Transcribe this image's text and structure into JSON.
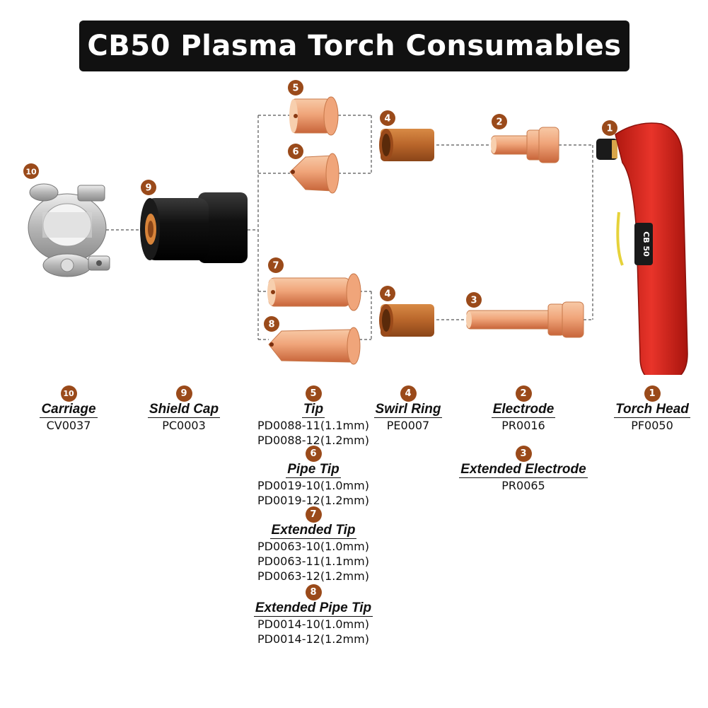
{
  "title": "CB50 Plasma Torch Consumables",
  "colors": {
    "badge": "#9a4a1a",
    "copper_light": "#f3b98f",
    "copper_dark": "#c8653a",
    "swirl": "#b8652a",
    "torch_red": "#d9261c",
    "shield_black": "#111111",
    "chrome": "#c9c9c9"
  },
  "illustration_badges": [
    "10",
    "9",
    "5",
    "6",
    "7",
    "8",
    "4",
    "4",
    "2",
    "3",
    "1"
  ],
  "torch_body_text": "CB 50",
  "parts": [
    {
      "num": "10",
      "name": "Carriage",
      "codes": [
        "CV0037"
      ]
    },
    {
      "num": "9",
      "name": "Shield Cap",
      "codes": [
        "PC0003"
      ]
    },
    {
      "num": "5",
      "name": "Tip",
      "codes": [
        "PD0088-11(1.1mm)",
        "PD0088-12(1.2mm)"
      ]
    },
    {
      "num": "4",
      "name": "Swirl Ring",
      "codes": [
        "PE0007"
      ]
    },
    {
      "num": "2",
      "name": "Electrode",
      "codes": [
        "PR0016"
      ]
    },
    {
      "num": "1",
      "name": "Torch Head",
      "codes": [
        "PF0050"
      ]
    },
    {
      "num": "6",
      "name": "Pipe Tip",
      "codes": [
        "PD0019-10(1.0mm)",
        "PD0019-12(1.2mm)"
      ]
    },
    {
      "num": "3",
      "name": "Extended Electrode",
      "codes": [
        "PR0065"
      ]
    },
    {
      "num": "7",
      "name": "Extended Tip",
      "codes": [
        "PD0063-10(1.0mm)",
        "PD0063-11(1.1mm)",
        "PD0063-12(1.2mm)"
      ]
    },
    {
      "num": "8",
      "name": "Extended Pipe Tip",
      "codes": [
        "PD0014-10(1.0mm)",
        "PD0014-12(1.2mm)"
      ]
    }
  ]
}
